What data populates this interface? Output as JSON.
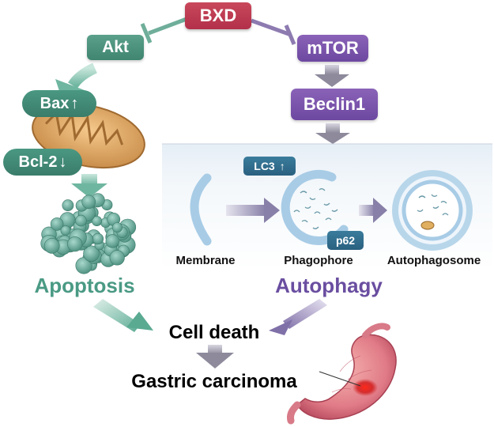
{
  "nodes": {
    "bxd": "BXD",
    "akt": "Akt",
    "mtor": "mTOR",
    "beclin1": "Beclin1",
    "bax": "Bax",
    "bcl2": "Bcl-2",
    "lc3": "LC3",
    "p62": "p62"
  },
  "arrows": {
    "up": "↑",
    "down": "↓"
  },
  "stages": {
    "membrane": "Membrane",
    "phagophore": "Phagophore",
    "autophagosome": "Autophagosome"
  },
  "processes": {
    "apoptosis": "Apoptosis",
    "autophagy": "Autophagy"
  },
  "outcomes": {
    "cell_death": "Cell death",
    "gastric_carcinoma": "Gastric carcinoma"
  },
  "colors": {
    "bxd_red": "#b8364d",
    "apoptosis_green": "#4a9a84",
    "autophagy_purple": "#7754a8",
    "autophagy_blue": "#2f6a8a"
  }
}
